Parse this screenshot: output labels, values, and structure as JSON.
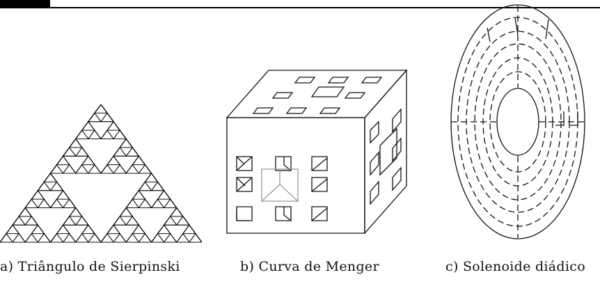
{
  "figures": [
    {
      "id": "a",
      "caption": "a) Triângulo de Sierpinski"
    },
    {
      "id": "b",
      "caption": "b) Curva de Menger"
    },
    {
      "id": "c",
      "caption": "c) Solenoide diádico"
    }
  ]
}
